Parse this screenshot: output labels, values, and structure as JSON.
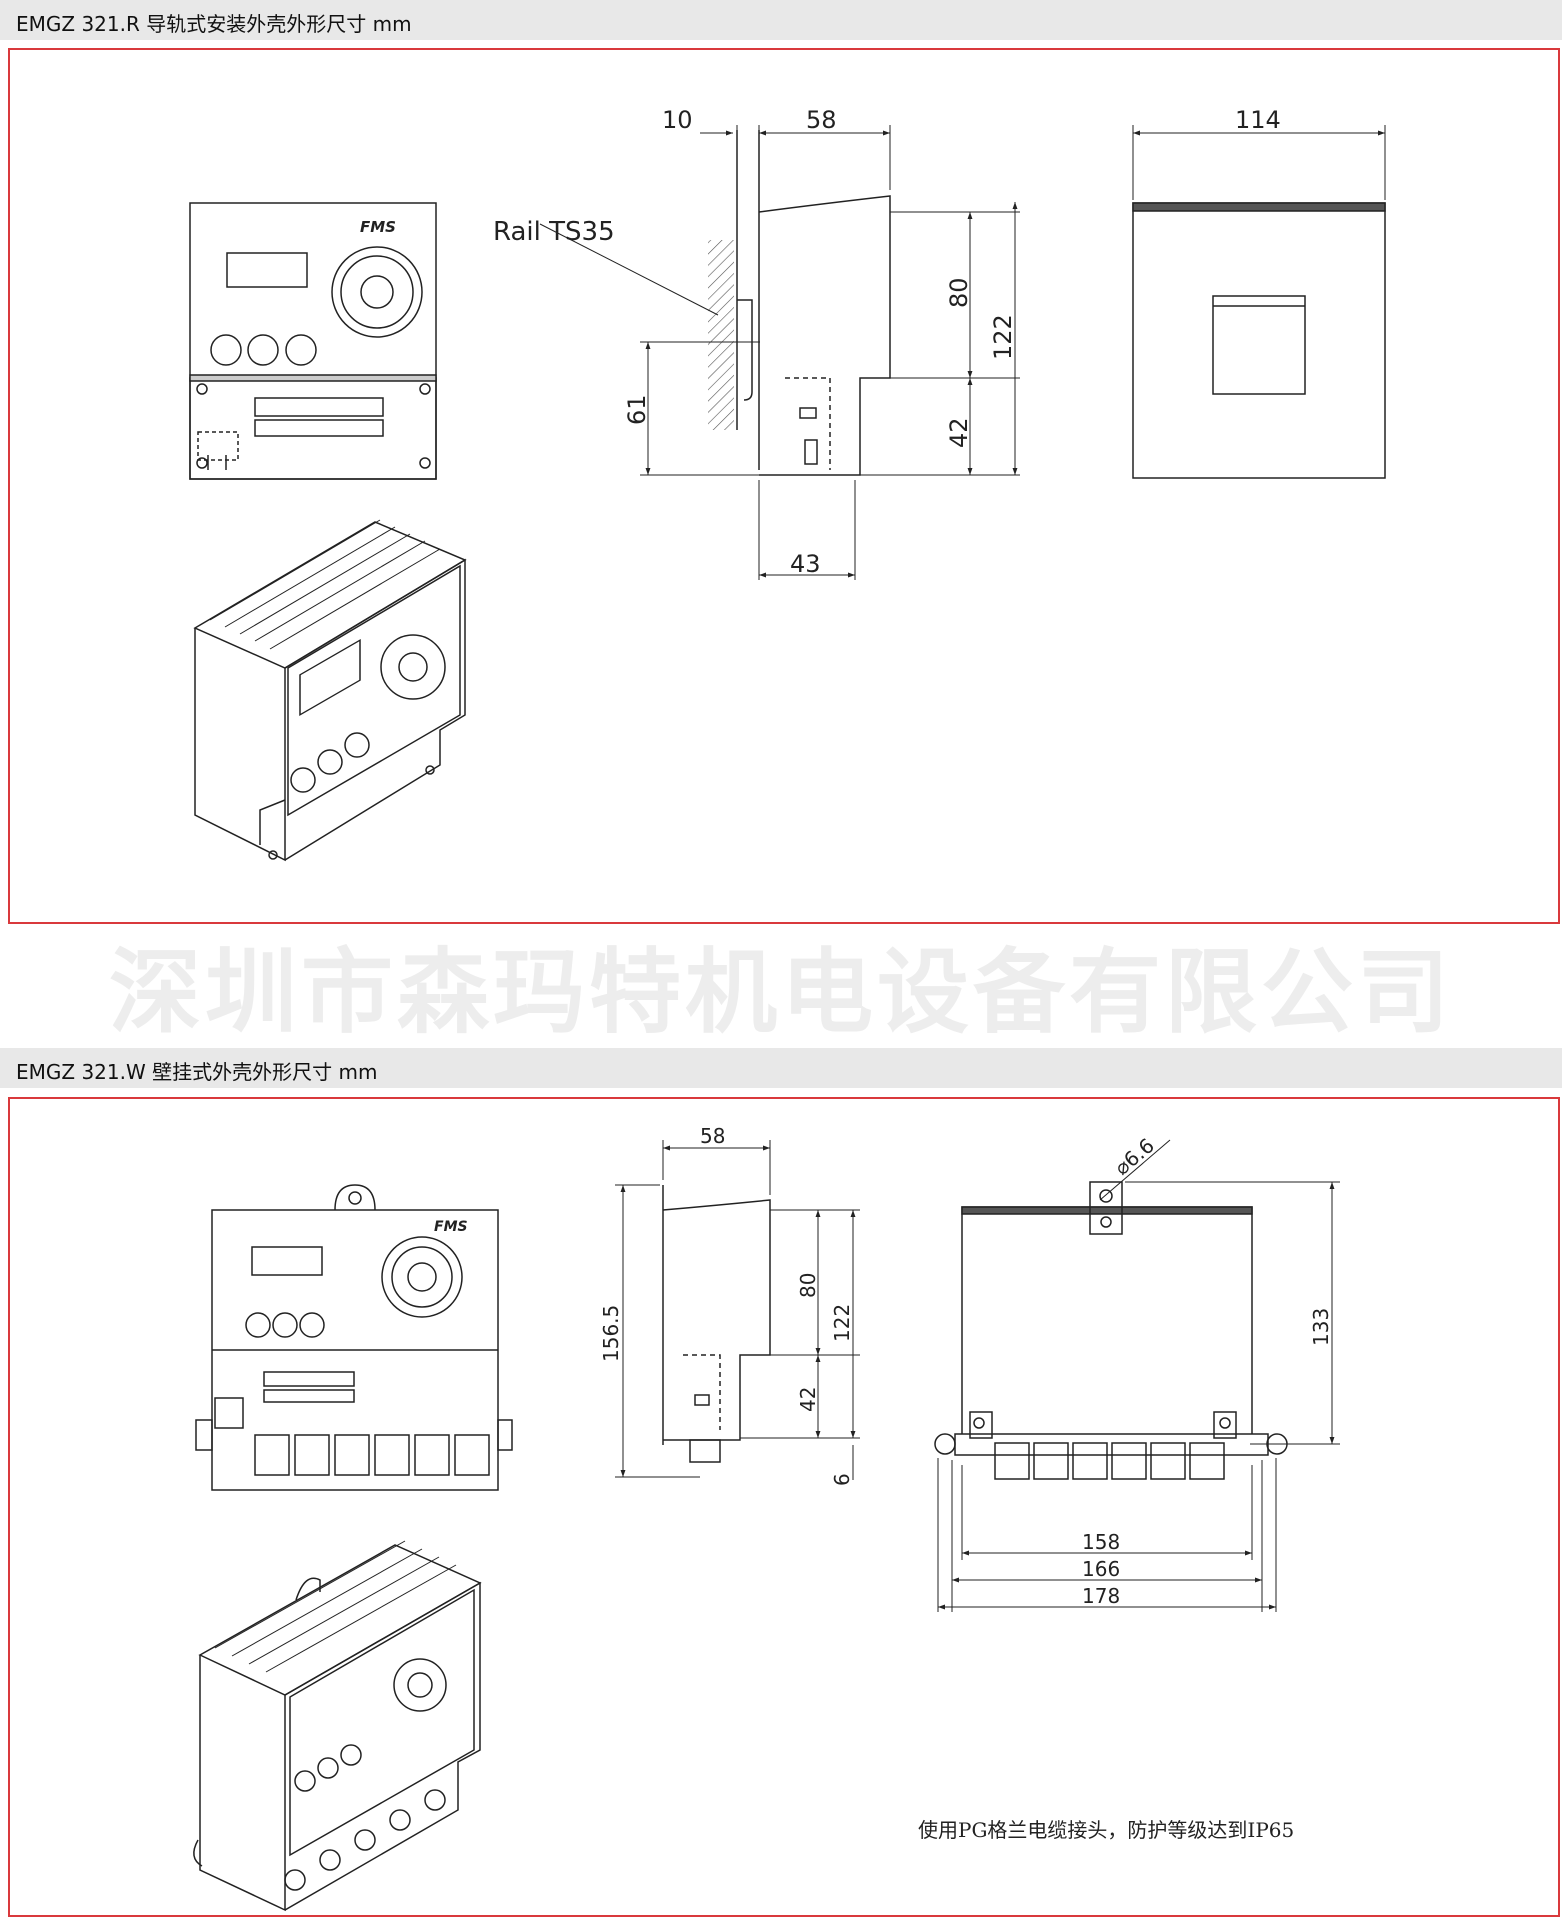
{
  "sections": [
    {
      "title": "EMGZ 321.R 导轨式安装外壳外形尺寸  mm"
    },
    {
      "title": "EMGZ 321.W 壁挂式外壳外形尺寸  mm"
    }
  ],
  "watermark": "深圳市森玛特机电设备有限公司",
  "brand": "FMS",
  "rail": {
    "rail_label": "Rail  TS35",
    "dims": {
      "d10": "10",
      "d58": "58",
      "d114": "114",
      "d80": "80",
      "d122": "122",
      "d61": "61",
      "d42": "42",
      "d43": "43"
    }
  },
  "wall": {
    "dims": {
      "d58": "58",
      "d156": "156.5",
      "d80": "80",
      "d122": "122",
      "d42": "42",
      "d6": "6",
      "hole": "⌀6.6",
      "d133": "133",
      "d158": "158",
      "d166": "166",
      "d178": "178"
    },
    "note": "使用PG格兰电缆接头，防护等级达到IP65"
  },
  "colors": {
    "frame": "#d9393c",
    "header_bg": "#e8e8e8",
    "line": "#222222",
    "watermark": "#ededed"
  }
}
